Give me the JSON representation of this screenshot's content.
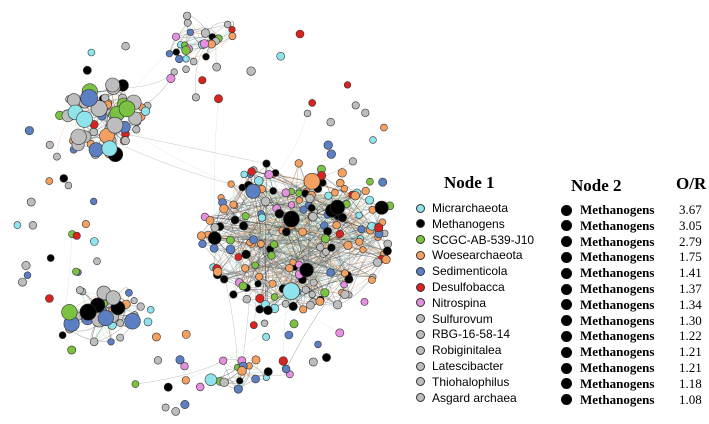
{
  "legend": {
    "node1_header": "Node 1",
    "node2_header": "Node 2",
    "or_header": "O/R",
    "rows": [
      {
        "node1": "Micrarchaeota",
        "color": "#8fe3ea",
        "node2": "Methanogens",
        "or": "3.67"
      },
      {
        "node1": "Methanogens",
        "color": "#000000",
        "node2": "Methanogens",
        "or": "3.05"
      },
      {
        "node1": "SCGC-AB-539-J10",
        "color": "#7cc242",
        "node2": "Methanogens",
        "or": "2.79"
      },
      {
        "node1": "Woesearchaeota",
        "color": "#f4a060",
        "node2": "Methanogens",
        "or": "1.75"
      },
      {
        "node1": "Sedimenticola",
        "color": "#5b7fc2",
        "node2": "Methanogens",
        "or": "1.41"
      },
      {
        "node1": "Desulfobacca",
        "color": "#d9231f",
        "node2": "Methanogens",
        "or": "1.37"
      },
      {
        "node1": "Nitrospina",
        "color": "#e58fe0",
        "node2": "Methanogens",
        "or": "1.34"
      },
      {
        "node1": "Sulfurovum",
        "color": "#bdbdbd",
        "node2": "Methanogens",
        "or": "1.30"
      },
      {
        "node1": "RBG-16-58-14",
        "color": "#bdbdbd",
        "node2": "Methanogens",
        "or": "1.22"
      },
      {
        "node1": "Robiginitalea",
        "color": "#bdbdbd",
        "node2": "Methanogens",
        "or": "1.21"
      },
      {
        "node1": "Latescibacter",
        "color": "#bdbdbd",
        "node2": "Methanogens",
        "or": "1.21"
      },
      {
        "node1": "Thiohalophilus",
        "color": "#bdbdbd",
        "node2": "Methanogens",
        "or": "1.18"
      },
      {
        "node1": "Asgard archaea",
        "color": "#bdbdbd",
        "node2": "Methanogens",
        "or": "1.08"
      }
    ]
  },
  "network": {
    "edge_color": "#7a7a7a",
    "node_stroke": "#333333"
  }
}
